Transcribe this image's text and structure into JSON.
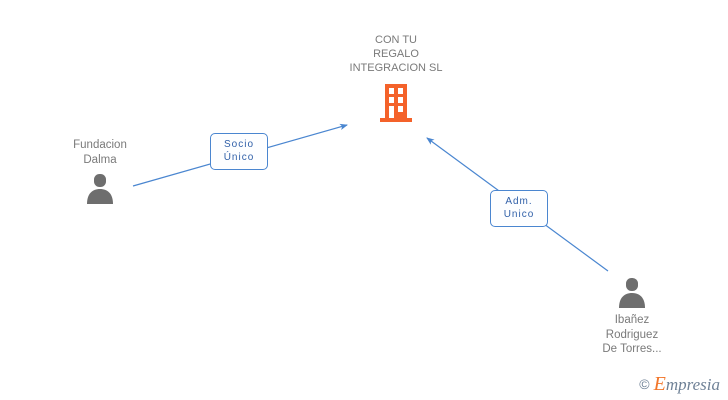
{
  "diagram": {
    "type": "corporate-relationship-graph",
    "background_color": "#ffffff",
    "company": {
      "name": "CON TU\nREGALO\nINTEGRACION SL",
      "icon": "building-icon",
      "icon_color": "#f4622a"
    },
    "people": [
      {
        "id": "fundacion-dalma",
        "name": "Fundacion\nDalma",
        "icon": "person-icon",
        "icon_color": "#6e6e6e",
        "position": "left"
      },
      {
        "id": "ibanez-rodriguez-de-torres",
        "name": "Ibañez\nRodriguez\nDe Torres...",
        "icon": "person-icon",
        "icon_color": "#6e6e6e",
        "position": "bottom-right"
      }
    ],
    "relationships": [
      {
        "id": "socio-unico",
        "label": "Socio\nÚnico",
        "from": "fundacion-dalma",
        "to": "company",
        "color": "#4a86d0"
      },
      {
        "id": "adm-unico",
        "label": "Adm.\nUnico",
        "from": "ibanez-rodriguez-de-torres",
        "to": "company",
        "color": "#4a86d0"
      }
    ]
  },
  "watermark": {
    "copyright": "©",
    "brand_initial": "E",
    "brand_rest": "mpresia",
    "initial_color": "#f2762a",
    "text_color": "#6f8196"
  }
}
